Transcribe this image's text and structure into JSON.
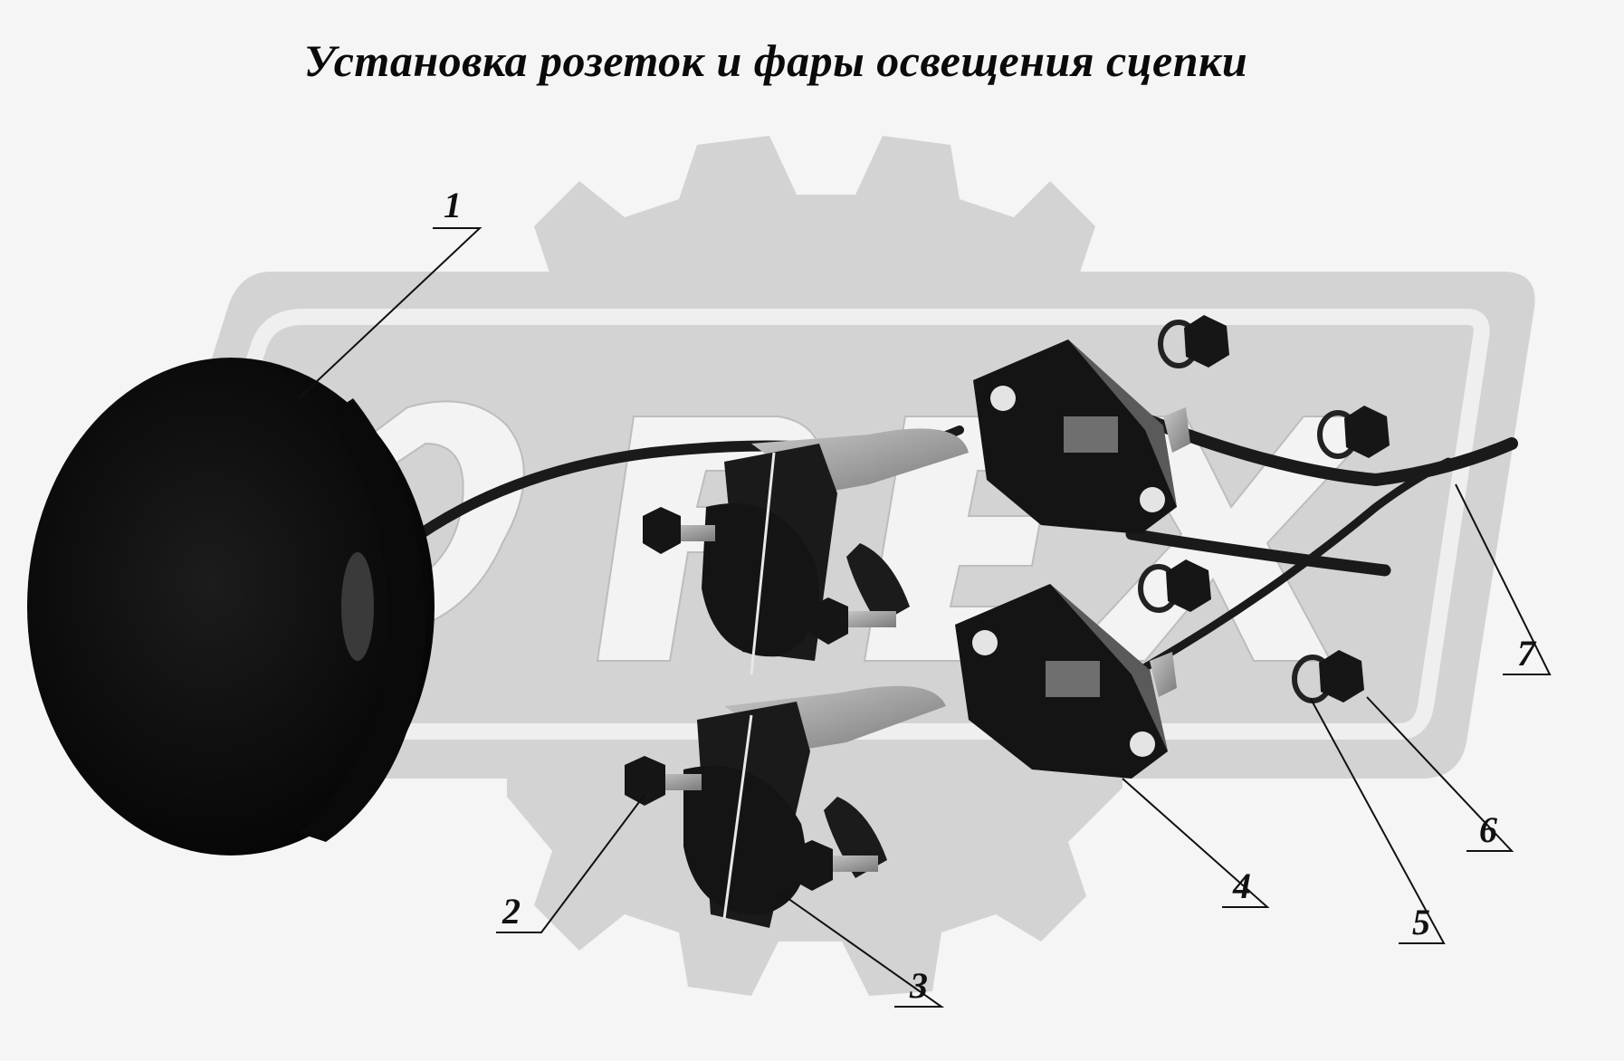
{
  "title": "Установка розеток  и фары освещения  сцепки",
  "callouts": [
    {
      "id": "1",
      "label": "1"
    },
    {
      "id": "2",
      "label": "2"
    },
    {
      "id": "3",
      "label": "3"
    },
    {
      "id": "4",
      "label": "4"
    },
    {
      "id": "5",
      "label": "5"
    },
    {
      "id": "6",
      "label": "6"
    },
    {
      "id": "7",
      "label": "7"
    }
  ],
  "colors": {
    "background": "#f5f5f5",
    "watermark": "#d2d2d2",
    "parts": "#141414",
    "metal": "#9a9a9a"
  }
}
